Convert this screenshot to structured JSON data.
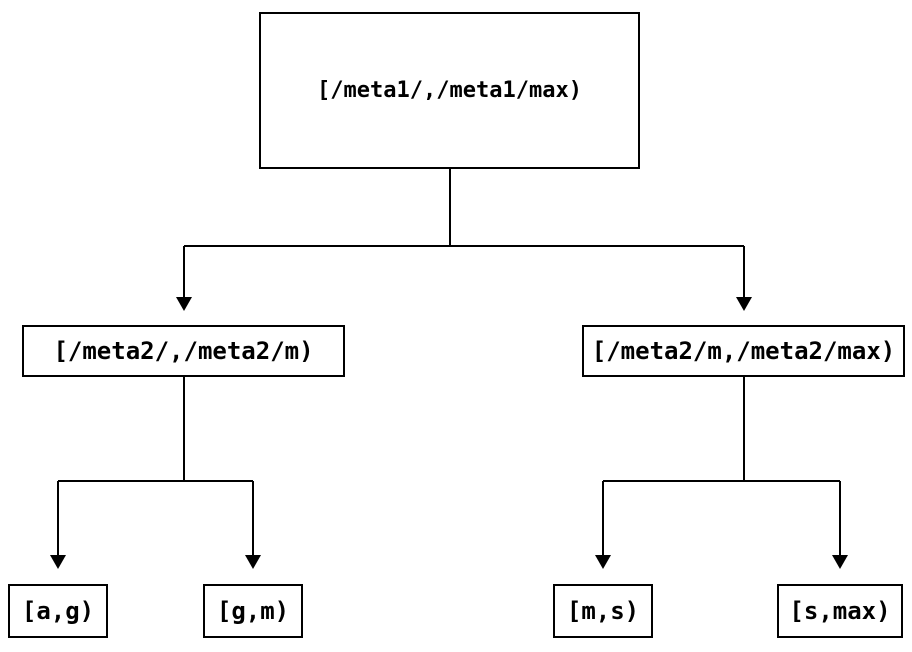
{
  "diagram": {
    "type": "tree",
    "nodes": {
      "root": {
        "label": "[/meta1/,/meta1/max)"
      },
      "left": {
        "label": "[/meta2/,/meta2/m)"
      },
      "right": {
        "label": "[/meta2/m,/meta2/max)"
      },
      "leaf_ag": {
        "label": "[a,g)"
      },
      "leaf_gm": {
        "label": "[g,m)"
      },
      "leaf_ms": {
        "label": "[m,s)"
      },
      "leaf_smax": {
        "label": "[s,max)"
      }
    },
    "edges": [
      {
        "from": "root",
        "to": "left",
        "arrow": "down"
      },
      {
        "from": "root",
        "to": "right",
        "arrow": "down"
      },
      {
        "from": "left",
        "to": "leaf_ag",
        "arrow": "down"
      },
      {
        "from": "left",
        "to": "leaf_gm",
        "arrow": "down"
      },
      {
        "from": "right",
        "to": "leaf_ms",
        "arrow": "down"
      },
      {
        "from": "right",
        "to": "leaf_smax",
        "arrow": "down"
      }
    ],
    "colors": {
      "line": "#000000",
      "text": "#000000",
      "background": "#ffffff"
    }
  }
}
